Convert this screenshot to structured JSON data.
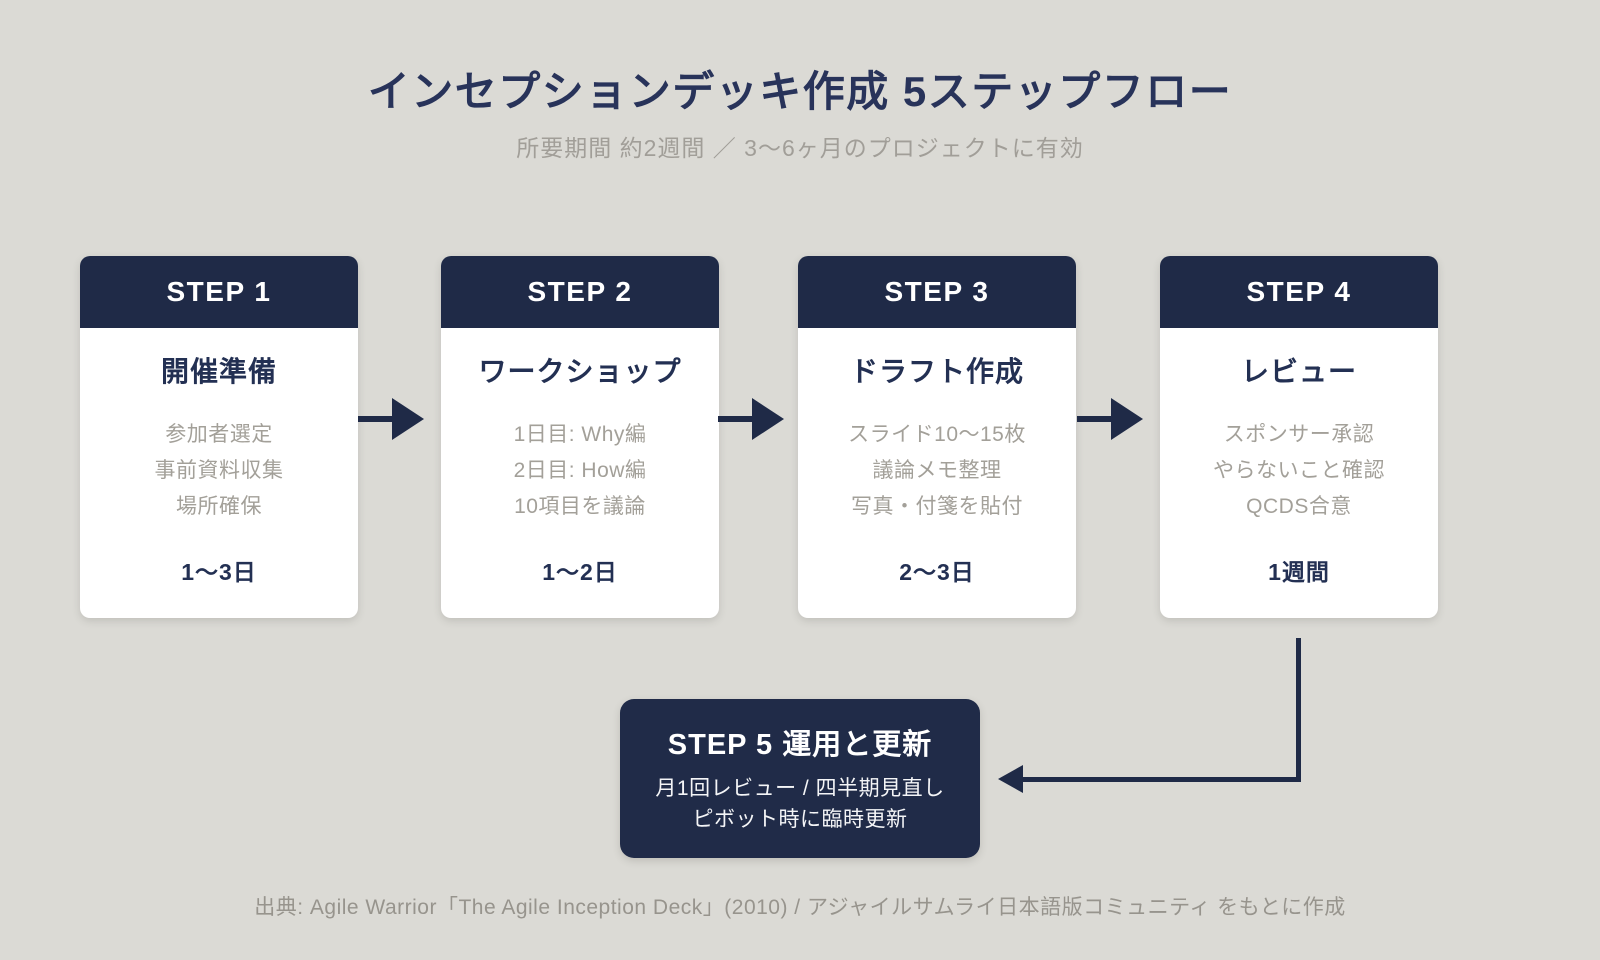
{
  "page": {
    "title": "インセプションデッキ作成 5ステップフロー",
    "subtitle": "所要期間 約2週間 ／ 3〜6ヶ月のプロジェクトに有効",
    "footer": "出典: Agile Warrior「The Agile Inception Deck」(2010) / アジャイルサムライ日本語版コミュニティ をもとに作成"
  },
  "colors": {
    "background": "#dbdad5",
    "navy": "#1f2a47",
    "navy_text": "#233053",
    "card_white": "#ffffff",
    "item_gray": "#a3a099",
    "subtitle_gray": "#a19e98",
    "footer_gray": "#97948d"
  },
  "steps": [
    {
      "label": "STEP 1",
      "title": "開催準備",
      "items": [
        "参加者選定",
        "事前資料収集",
        "場所確保"
      ],
      "duration": "1〜3日"
    },
    {
      "label": "STEP 2",
      "title": "ワークショップ",
      "items": [
        "1日目: Why編",
        "2日目: How編",
        "10項目を議論"
      ],
      "duration": "1〜2日"
    },
    {
      "label": "STEP 3",
      "title": "ドラフト作成",
      "items": [
        "スライド10〜15枚",
        "議論メモ整理",
        "写真・付箋を貼付"
      ],
      "duration": "2〜3日"
    },
    {
      "label": "STEP 4",
      "title": "レビュー",
      "items": [
        "スポンサー承認",
        "やらないこと確認",
        "QCDS合意"
      ],
      "duration": "1週間"
    }
  ],
  "step5": {
    "title": "STEP 5 運用と更新",
    "lines": [
      "月1回レビュー / 四半期見直し",
      "ピボット時に臨時更新"
    ]
  }
}
